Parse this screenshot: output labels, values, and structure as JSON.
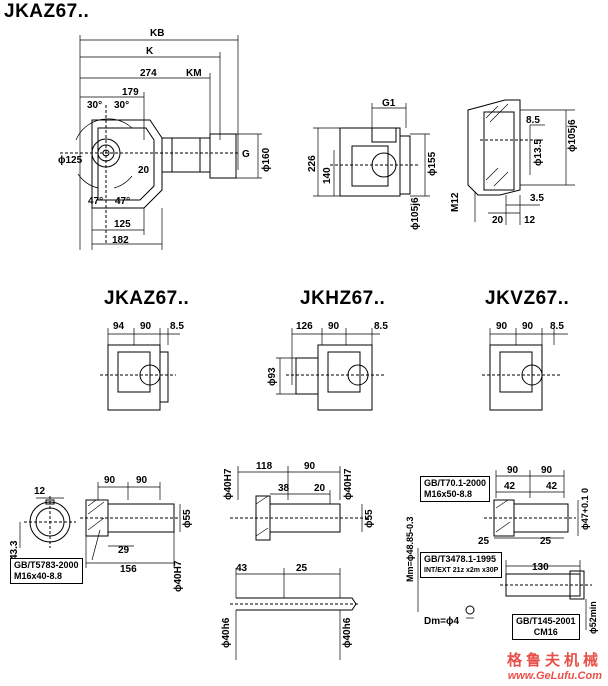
{
  "titles": {
    "main": "JKAZ67..",
    "jkaz": "JKAZ67..",
    "jkhz": "JKHZ67..",
    "jkvz": "JKVZ67.."
  },
  "top_view": {
    "kb": "KB",
    "k": "K",
    "d274": "274",
    "km": "KM",
    "d179": "179",
    "a30l": "30°",
    "a30r": "30°",
    "phi125": "ϕ125",
    "d20": "20",
    "a47l": "47°",
    "a47r": "47°",
    "d125": "125",
    "d182": "182",
    "phi160": "ϕ160",
    "g": "G"
  },
  "side_view": {
    "g1": "G1",
    "d226": "226",
    "d140": "140",
    "phi155": "ϕ155",
    "phi105j6": "ϕ105j6"
  },
  "detail": {
    "d85": "8.5",
    "phi105j6": "ϕ105j6",
    "phi135": "ϕ13.5",
    "m12": "M12",
    "d35": "3.5",
    "d20": "20",
    "d12": "12"
  },
  "jkaz": {
    "d94": "94",
    "d90": "90",
    "d85": "8.5"
  },
  "jkhz": {
    "d126": "126",
    "d90": "90",
    "d85": "8.5",
    "phi93": "ϕ93"
  },
  "jkvz": {
    "d90a": "90",
    "d90b": "90",
    "d85": "8.5"
  },
  "shaft_a": {
    "d90a": "90",
    "d90b": "90",
    "d12": "12",
    "phi55": "ϕ55",
    "d433": "43.3",
    "d29": "29",
    "d156": "156",
    "phi40h7": "ϕ40H7",
    "note_l1": "GB/T5783-2000",
    "note_l2": "M16x40-8.8"
  },
  "shaft_h": {
    "d118": "118",
    "d90": "90",
    "phi40h7a": "ϕ40H7",
    "phi40h7b": "ϕ40H7",
    "d38": "38",
    "d20": "20",
    "phi55": "ϕ55",
    "d43": "43",
    "d25": "25",
    "phi40h6a": "ϕ40h6",
    "phi40h6b": "ϕ40h6"
  },
  "shaft_v": {
    "note1_l1": "GB/T70.1-2000",
    "note1_l2": "M16x50-8.8",
    "d90a": "90",
    "d90b": "90",
    "d42a": "42",
    "d42b": "42",
    "phi47": "ϕ47+0.1 0",
    "d25a": "25",
    "d25b": "25",
    "mm": "Mm=ϕ48.85-0.3",
    "note2_l1": "GB/T3478.1-1995",
    "note2_l2": "INT/EXT 21z x2m x30P",
    "d130": "130",
    "dm": "Dm=ϕ4",
    "note3_l1": "GB/T145-2001",
    "note3_l2": "CM16",
    "phi52": "ϕ52min"
  },
  "watermark": {
    "cn": "格鲁夫机械",
    "url": "www.GeLufu.Com"
  }
}
